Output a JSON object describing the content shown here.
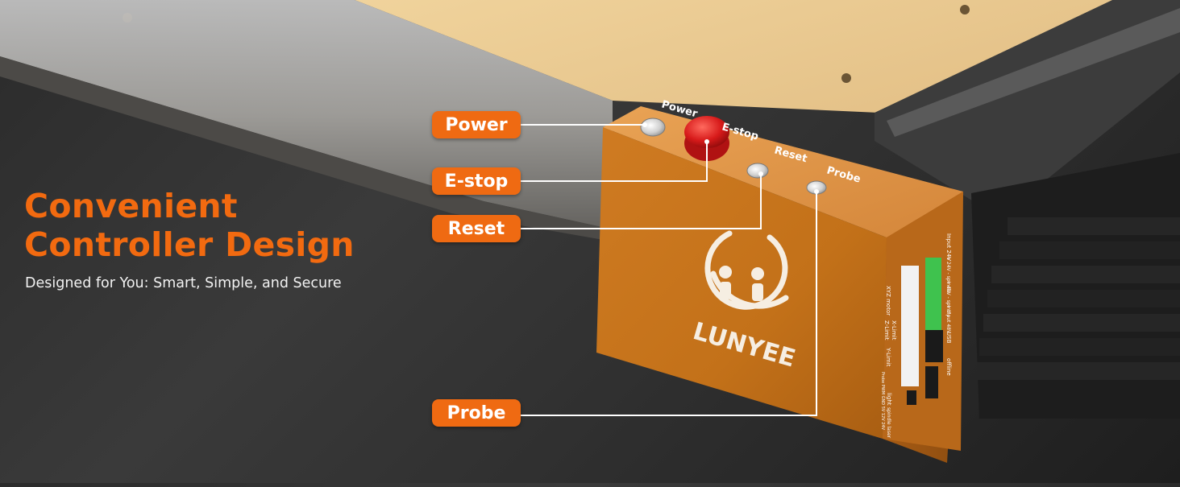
{
  "headline": {
    "line1": "Convenient",
    "line2": "Controller Design",
    "subtitle": "Designed for You: Smart, Simple, and Secure"
  },
  "callouts": {
    "power": "Power",
    "estop": "E-stop",
    "reset": "Reset",
    "probe": "Probe"
  },
  "device": {
    "brand": "LUNYEE",
    "top_labels": {
      "power": "Power",
      "estop": "E-stop",
      "reset": "Reset",
      "probe": "Probe"
    },
    "side_labels": {
      "xyz_motor": "XYZ motor",
      "z_limit": "Z-Limit",
      "x_limit": "X-Limit",
      "y_limit": "Y-Limit",
      "probe_pwm": "Probe PWM GND 5V 12V 24V",
      "light": "light",
      "spindle_laser": "spindle laser",
      "input_24v": "Input 24V",
      "out_24v": "+ 24V - spindle",
      "out_48v": "+ 48V - spindle",
      "input_48v": "+ Input 48V",
      "usb": "USB",
      "offline": "offline"
    }
  },
  "colors": {
    "accent": "#ef6a12",
    "headline": "#f26a10",
    "subtitle": "#f2f2f2",
    "box": "#c9791f",
    "board": "#e8c78e",
    "estop": "#d71a1a",
    "terminal": "#39c34a"
  }
}
